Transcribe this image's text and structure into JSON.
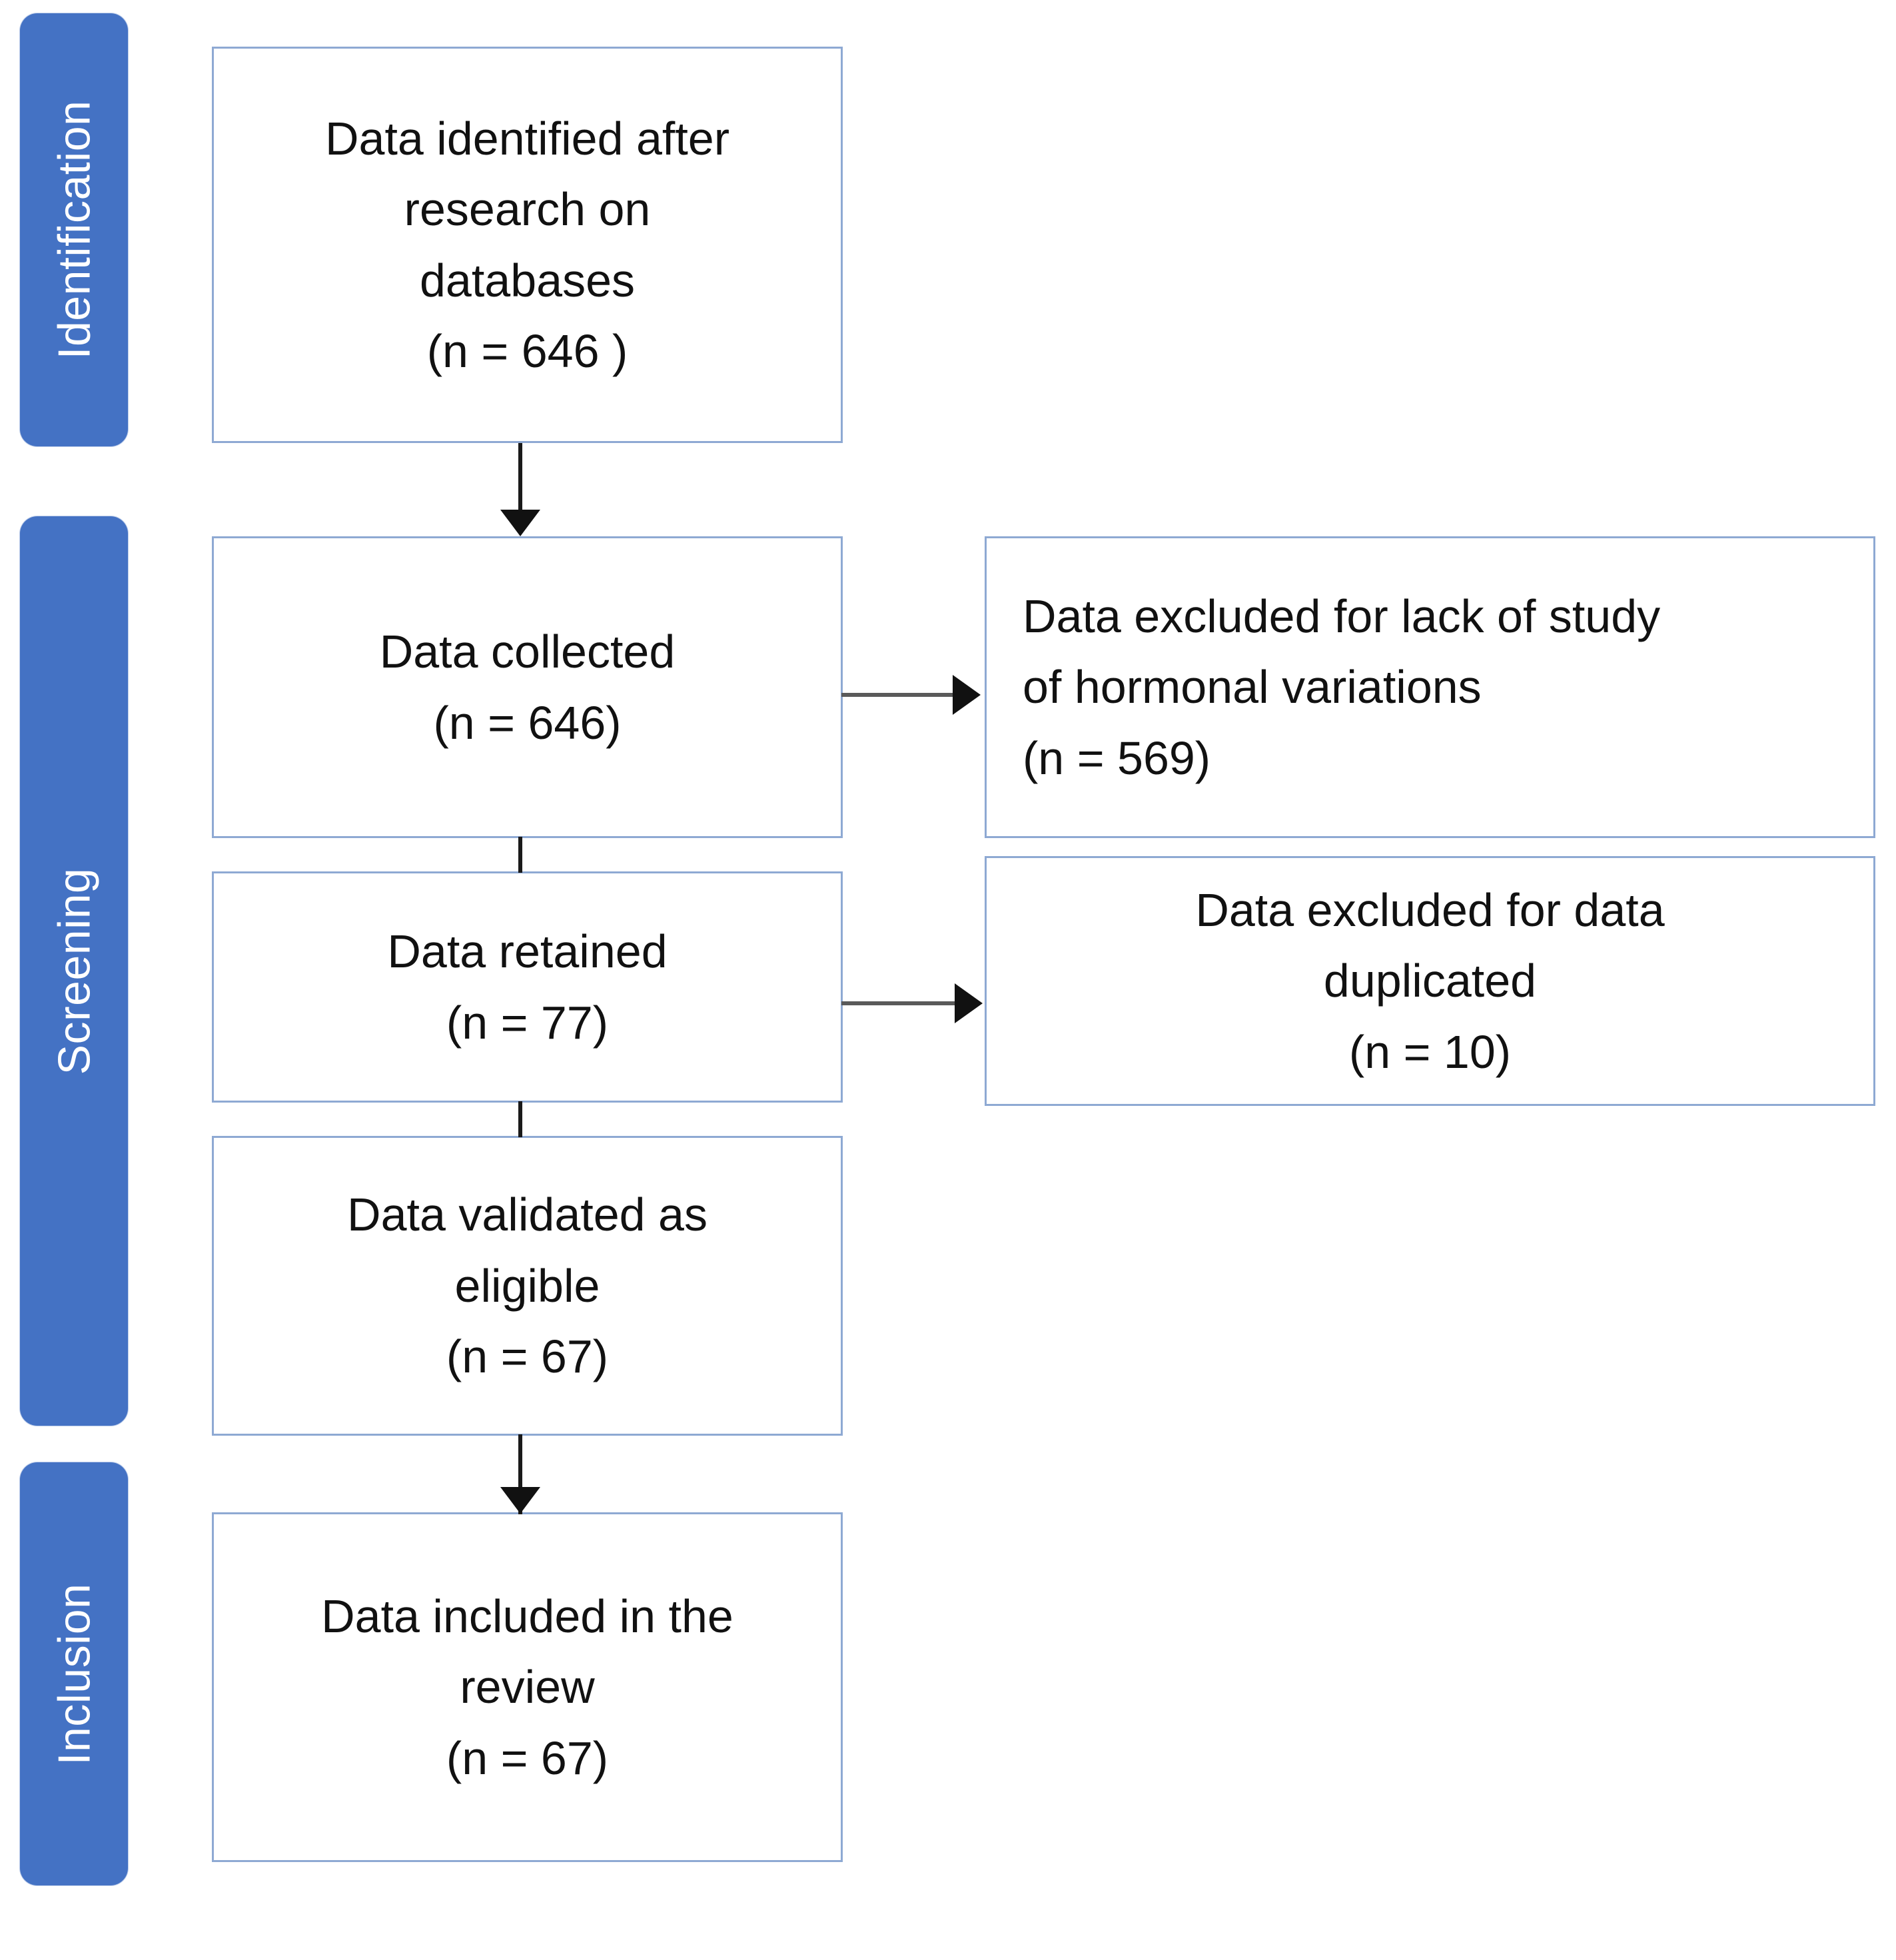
{
  "diagram": {
    "title": "PRISMA flow diagram",
    "accent_color": "#4472C4",
    "box_border_color": "#8EA9D3",
    "connector_color": "#111111"
  },
  "stages": [
    {
      "id": "identification",
      "label": "Identification"
    },
    {
      "id": "screening",
      "label": "Screening"
    },
    {
      "id": "inclusion",
      "label": "Inclusion"
    }
  ],
  "boxes": {
    "identified": {
      "text": "Data identified after\nresearch on\ndatabases\n(n = 646 )",
      "n": 646
    },
    "collected": {
      "text": "Data collected\n(n = 646)",
      "n": 646
    },
    "retained": {
      "text": "Data retained\n(n = 77)",
      "n": 77
    },
    "validated": {
      "text": "Data validated as\neligible\n(n = 67)",
      "n": 67
    },
    "included": {
      "text": "Data included in the\nreview\n(n = 67)",
      "n": 67
    },
    "excluded_hormonal": {
      "text": "Data excluded for lack of study\nof hormonal variations\n(n = 569)",
      "n": 569
    },
    "excluded_duplicated": {
      "text": "Data excluded for data\nduplicated\n(n = 10)",
      "n": 10
    }
  },
  "flow": {
    "identified_to_collected": "arrow-down",
    "collected_to_retained": "line-down",
    "retained_to_validated": "line-down",
    "validated_to_included": "arrow-down",
    "collected_to_excluded_hormonal": "arrow-right",
    "retained_to_excluded_duplicated": "arrow-right"
  }
}
